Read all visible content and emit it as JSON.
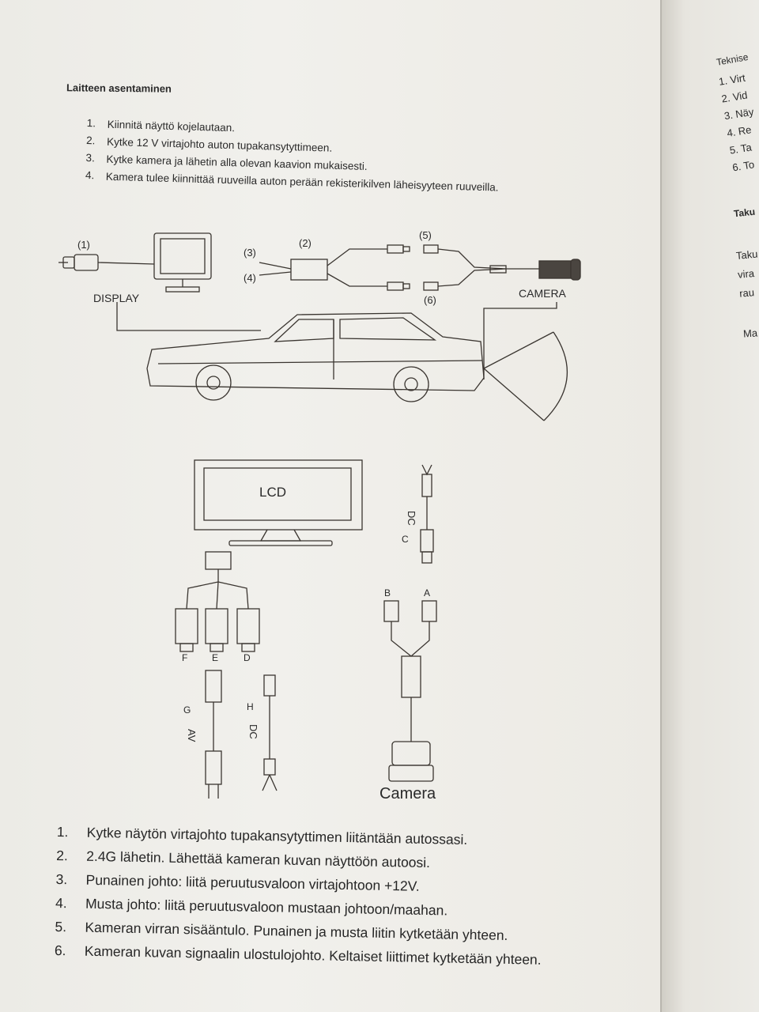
{
  "heading": "Laitteen asentaminen",
  "install_steps": [
    {
      "num": "1.",
      "text": "Kiinnitä näyttö kojelautaan."
    },
    {
      "num": "2.",
      "text": "Kytke 12 V virtajohto auton tupakansytyttimeen."
    },
    {
      "num": "3.",
      "text": "Kytke kamera ja lähetin alla olevan kaavion mukaisesti."
    },
    {
      "num": "4.",
      "text": "Kamera tulee kiinnittää ruuveilla auton perään rekisterikilven läheisyyteen ruuveilla."
    }
  ],
  "diagram_top": {
    "label_1": "(1)",
    "label_2": "(2)",
    "label_3": "(3)",
    "label_4": "(4)",
    "label_5": "(5)",
    "label_6": "(6)",
    "display_label": "DISPLAY",
    "camera_label": "CAMERA"
  },
  "diagram_bottom": {
    "lcd_label": "LCD",
    "connector_f": "F",
    "connector_e": "E",
    "connector_d": "D",
    "connector_g": "G",
    "connector_h": "H",
    "connector_a": "A",
    "connector_b": "B",
    "connector_c": "C",
    "av_label": "AV",
    "dc_label_left": "DC",
    "dc_label_right": "DC",
    "camera_label": "Camera"
  },
  "notes": [
    {
      "num": "1.",
      "text": "Kytke näytön virtajohto tupakansytyttimen liitäntään autossasi."
    },
    {
      "num": "2.",
      "text": "2.4G lähetin. Lähettää kameran kuvan näyttöön autoosi."
    },
    {
      "num": "3.",
      "text": "Punainen johto: liitä peruutusvaloon virtajohtoon +12V."
    },
    {
      "num": "4.",
      "text": "Musta johto: liitä peruutusvaloon mustaan johtoon/maahan."
    },
    {
      "num": "5.",
      "text": "Kameran virran sisääntulo. Punainen ja musta liitin kytketään yhteen."
    },
    {
      "num": "6.",
      "text": "Kameran kuvan signaalin ulostulojohto. Keltaiset liittimet kytketään yhteen."
    }
  ],
  "side_page": {
    "heading": "Teknise",
    "items": [
      "1. Virt",
      "2. Vid",
      "3. Näy",
      "4. Re",
      "5. Ta",
      "6. To"
    ],
    "takuu": "Taku",
    "paragraph": [
      "Taku",
      "vira",
      "rau"
    ],
    "ma": "Ma"
  }
}
